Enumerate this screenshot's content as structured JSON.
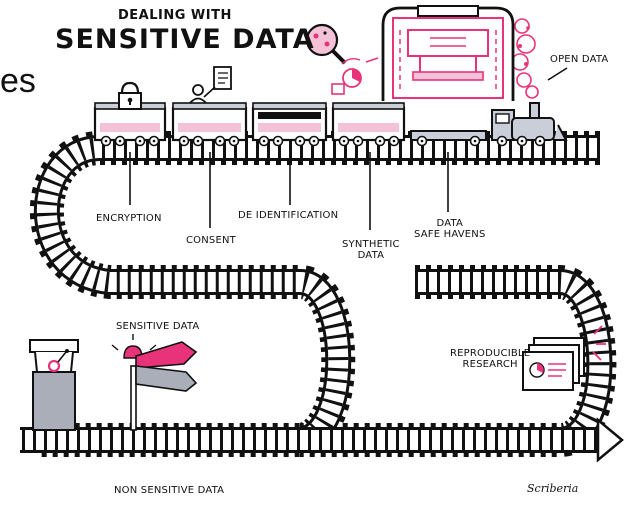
{
  "title": {
    "line1": "DEALING WITH",
    "line2": "SENSITIVE DATA"
  },
  "fragment_text": "es",
  "labels": {
    "open_data": "OPEN DATA",
    "encryption": "ENCRYPTION",
    "consent": "CONSENT",
    "de_identification": "DE IDENTIFICATION",
    "synthetic_data": [
      "SYNTHETIC",
      "DATA"
    ],
    "safe_havens": [
      "DATA",
      "SAFE HAVENS"
    ],
    "sensitive_data": "SENSITIVE DATA",
    "reproducible_research": [
      "REPRODUCIBLE",
      "RESEARCH"
    ],
    "non_sensitive_data": "NON SENSITIVE DATA"
  },
  "signature": "Scriberia",
  "colors": {
    "ink": "#111111",
    "accent": "#e8337a",
    "accent_light": "#f4c2d7",
    "train_grey": "#c9ced8",
    "sign_grey": "#a9aeb8"
  }
}
